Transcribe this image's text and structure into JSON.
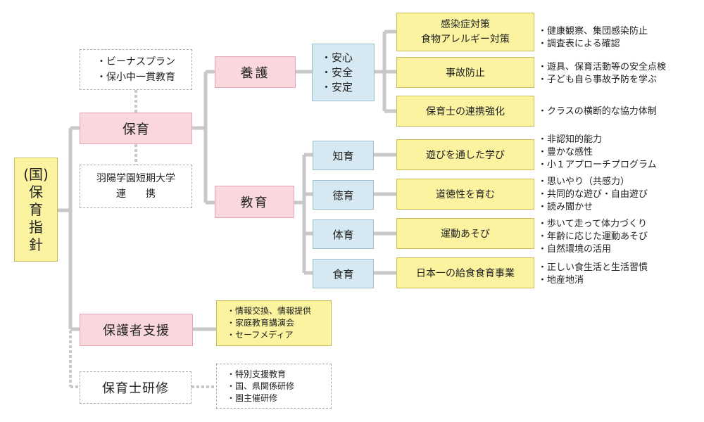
{
  "root": {
    "label": "(国)\n保\n育\n指\n針"
  },
  "hoiku": {
    "label": "保育",
    "top_notes": [
      "・ビーナスプラン",
      "・保小中一貫教育"
    ],
    "bottom_notes": [
      "羽陽学園短期大学",
      "連　　携"
    ]
  },
  "yogo": {
    "label": "養護",
    "goals": [
      "・安心",
      "・安全",
      "・安定"
    ],
    "items": [
      {
        "label": [
          "感染症対策",
          "食物アレルギー対策"
        ],
        "notes": [
          "・健康観察、集団感染防止",
          "・調査表による確認"
        ]
      },
      {
        "label": [
          "事故防止"
        ],
        "notes": [
          "・遊具、保育活動等の安全点検",
          "・子ども自ら事故予防を学ぶ"
        ]
      },
      {
        "label": [
          "保育士の連携強化"
        ],
        "notes": [
          "・クラスの横断的な協力体制"
        ]
      }
    ]
  },
  "kyoiku": {
    "label": "教育",
    "items": [
      {
        "category": "知育",
        "label": "遊びを通した学び",
        "notes": [
          "・非認知的能力",
          "・豊かな感性",
          "・小１アプローチプログラム"
        ]
      },
      {
        "category": "徳育",
        "label": "道徳性を育む",
        "notes": [
          "・思いやり（共感力）",
          "・共同的な遊び・自由遊び",
          "・読み聞かせ"
        ]
      },
      {
        "category": "体育",
        "label": "運動あそび",
        "notes": [
          "・歩いて走って体力づくり",
          "・年齢に応じた運動あそび",
          "・自然環境の活用"
        ]
      },
      {
        "category": "食育",
        "label": "日本一の給食食育事業",
        "notes": [
          "・正しい食生活と生活習慣",
          "・地産地消"
        ]
      }
    ]
  },
  "support": {
    "label": "保護者支援",
    "notes": [
      "・情報交換、情報提供",
      "・家庭教育講演会",
      "・セーフメディア"
    ]
  },
  "training": {
    "label": "保育士研修",
    "notes": [
      "・特別支援教育",
      "・国、県関係研修",
      "・園主催研修"
    ]
  },
  "colors": {
    "yellow": "#fbf3a0",
    "pink": "#f9d7dd",
    "blue": "#d6e8f1",
    "connector": "#c8c8c8"
  }
}
